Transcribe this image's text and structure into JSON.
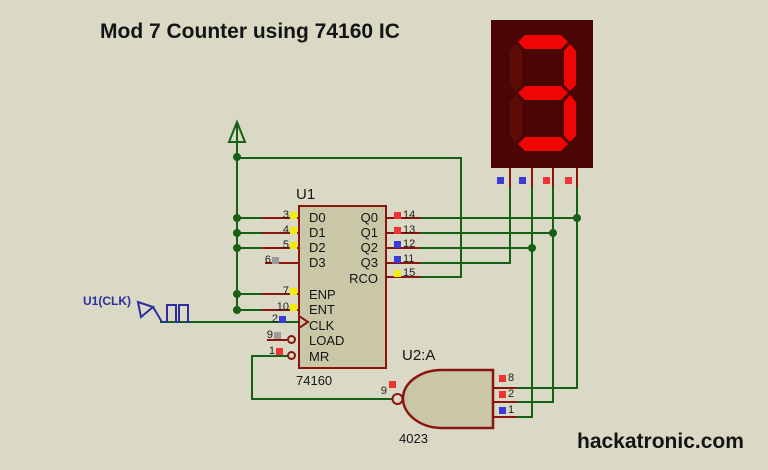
{
  "title": "Mod 7 Counter using 74160 IC",
  "watermark": "hackatronic.com",
  "colors": {
    "background": "#d9d9c6",
    "wire": "#156015",
    "component": "#8a1410",
    "component_fill": "#cac7a6",
    "display_body": "#4a0504",
    "segment_lit": "#f00505",
    "segment_unlit": "#5e0c06",
    "state_red": "#ee3333",
    "state_blue": "#3b3bd8",
    "state_yellow": "#f2ee00",
    "state_gray": "#9b9b9b",
    "clock_blue": "#2d2da0"
  },
  "clock_source": {
    "label": "U1(CLK)"
  },
  "u1": {
    "ref": "U1",
    "value": "74160",
    "left_pins": [
      {
        "num": "3",
        "name": "D0",
        "state": "yellow"
      },
      {
        "num": "4",
        "name": "D1",
        "state": "yellow"
      },
      {
        "num": "5",
        "name": "D2",
        "state": "yellow"
      },
      {
        "num": "6",
        "name": "D3",
        "state": "gray"
      },
      {
        "num": "7",
        "name": "ENP",
        "state": "yellow"
      },
      {
        "num": "10",
        "name": "ENT",
        "state": "yellow"
      },
      {
        "num": "2",
        "name": "CLK",
        "state": "blue"
      },
      {
        "num": "9",
        "name": "LOAD",
        "state": "gray"
      },
      {
        "num": "1",
        "name": "MR",
        "state": "red"
      }
    ],
    "right_pins": [
      {
        "num": "14",
        "name": "Q0",
        "state": "red"
      },
      {
        "num": "13",
        "name": "Q1",
        "state": "red"
      },
      {
        "num": "12",
        "name": "Q2",
        "state": "blue"
      },
      {
        "num": "11",
        "name": "Q3",
        "state": "blue"
      },
      {
        "num": "15",
        "name": "RCO",
        "state": "yellow"
      }
    ]
  },
  "u2": {
    "ref": "U2:A",
    "value": "4023",
    "output_pin": {
      "num": "9",
      "state": "red"
    },
    "input_pins": [
      {
        "num": "8",
        "state": "red"
      },
      {
        "num": "2",
        "state": "red"
      },
      {
        "num": "1",
        "state": "blue"
      }
    ]
  },
  "display": {
    "digit": "3",
    "segments": {
      "a": "on",
      "b": "on",
      "c": "on",
      "d": "on",
      "e": "off",
      "f": "off",
      "g": "on"
    },
    "pin_states": [
      "blue",
      "blue",
      "red",
      "red"
    ]
  }
}
